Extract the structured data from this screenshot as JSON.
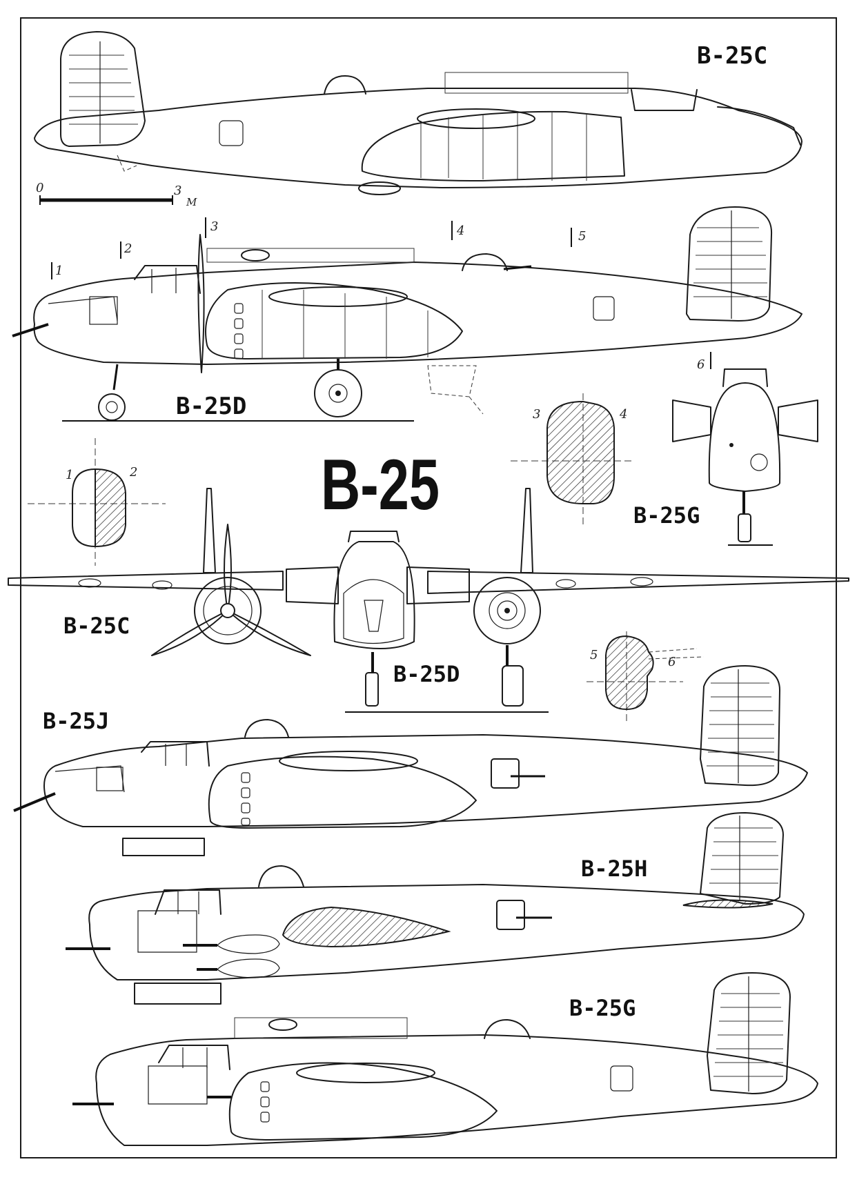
{
  "title": "B-25",
  "scale_bar": {
    "start_label": "0",
    "end_label": "3",
    "unit": "M"
  },
  "views": {
    "b25c_side": "B-25C",
    "b25d_side": "B-25D",
    "b25c_front": "B-25C",
    "b25d_front": "B-25D",
    "b25g_front": "B-25G",
    "b25j_side": "B-25J",
    "b25h_side": "B-25H",
    "b25g_side": "B-25G"
  },
  "section_markers": [
    "1",
    "2",
    "3",
    "4",
    "5",
    "6"
  ],
  "section_labels": {
    "left_a": "1",
    "left_b": "2",
    "mid_a": "3",
    "mid_b": "4",
    "tail_a": "5",
    "tail_b": "6"
  }
}
